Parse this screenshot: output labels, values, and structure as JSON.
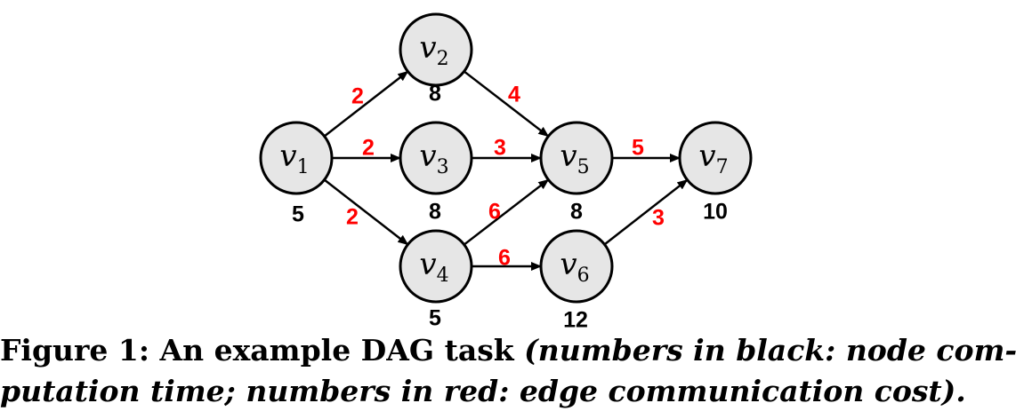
{
  "nodes": [
    {
      "id": "v1",
      "name": "v",
      "sub": "1",
      "cost": "5"
    },
    {
      "id": "v2",
      "name": "v",
      "sub": "2",
      "cost": "8"
    },
    {
      "id": "v3",
      "name": "v",
      "sub": "3",
      "cost": "8"
    },
    {
      "id": "v4",
      "name": "v",
      "sub": "4",
      "cost": "5"
    },
    {
      "id": "v5",
      "name": "v",
      "sub": "5",
      "cost": "8"
    },
    {
      "id": "v6",
      "name": "v",
      "sub": "6",
      "cost": "12"
    },
    {
      "id": "v7",
      "name": "v",
      "sub": "7",
      "cost": "10"
    }
  ],
  "edges": [
    {
      "from": "v1",
      "to": "v2",
      "weight": "2"
    },
    {
      "from": "v1",
      "to": "v3",
      "weight": "2"
    },
    {
      "from": "v1",
      "to": "v4",
      "weight": "2"
    },
    {
      "from": "v2",
      "to": "v5",
      "weight": "4"
    },
    {
      "from": "v3",
      "to": "v5",
      "weight": "3"
    },
    {
      "from": "v4",
      "to": "v5",
      "weight": "6"
    },
    {
      "from": "v4",
      "to": "v6",
      "weight": "6"
    },
    {
      "from": "v5",
      "to": "v7",
      "weight": "5"
    },
    {
      "from": "v6",
      "to": "v7",
      "weight": "3"
    }
  ],
  "colors": {
    "node_fill": "#e6e6e6",
    "node_stroke": "#000000",
    "edge_weight": "#ff0000",
    "node_cost": "#000000"
  },
  "caption": {
    "prefix": "Figure 1: An example DAG task ",
    "line1_italic": "(numbers in black: node com-",
    "line2_italic": "putation time; numbers in red: edge communication cost)."
  }
}
